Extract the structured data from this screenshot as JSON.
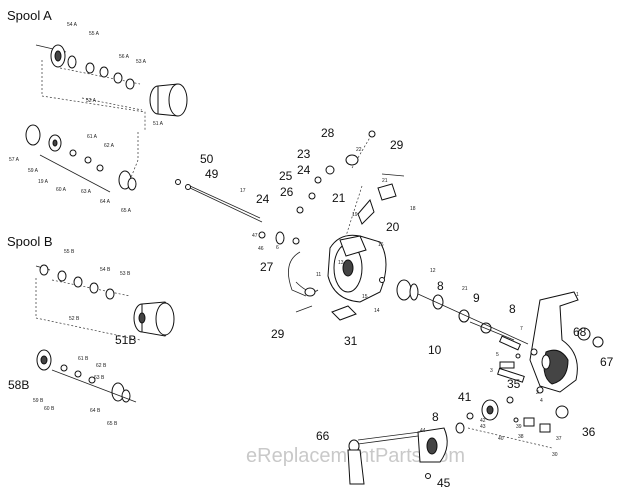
{
  "headings": {
    "spool_a": "Spool  A",
    "spool_b": "Spool  B"
  },
  "labels": {
    "l50": "50",
    "l49": "49",
    "l28": "28",
    "l29a": "29",
    "l23": "23",
    "l24a": "24",
    "l25": "25",
    "l26": "26",
    "l24b": "24",
    "l21": "21",
    "l20": "20",
    "l27": "27",
    "l29b": "29",
    "l31": "31",
    "l8a": "8",
    "l9": "9",
    "l8b": "8",
    "l10": "10",
    "l68": "68",
    "l67": "67",
    "l35": "35",
    "l41": "41",
    "l8c": "8",
    "l36": "36",
    "l66": "66",
    "l45": "45",
    "l51b": "51B",
    "l58b": "58B"
  },
  "small_labels": {
    "s54a": "54 A",
    "s55a": "55 A",
    "s56a": "56 A",
    "s53a": "53 A",
    "s52a": "52 A",
    "s51a": "51 A",
    "s57a": "57 A",
    "s59a": "59 A",
    "s61a": "61 A",
    "s62a": "62 A",
    "s19a": "19 A",
    "s60a": "60 A",
    "s63a": "63 A",
    "s64a": "64 A",
    "s65a": "65 A",
    "s55b": "55 B",
    "s54b": "54 B",
    "s53b": "53 B",
    "s52b": "52 B",
    "s61b": "61 B",
    "s62b": "62 B",
    "s63b": "63 B",
    "s59b": "59 B",
    "s60b": "60 B",
    "s64b": "64 B",
    "s65b": "65 B",
    "s22": "22",
    "s21": "21",
    "s19": "19",
    "s18": "18",
    "s17": "17",
    "s16": "16",
    "s47": "47",
    "s46": "46",
    "s6": "6",
    "s11": "11",
    "s13": "13",
    "s15": "15",
    "s14": "14",
    "s12": "12",
    "s21b": "21",
    "s7": "7",
    "s1": "1",
    "s5": "5",
    "s3": "3",
    "s2": "2",
    "s44": "44",
    "s43": "43",
    "s42": "42",
    "s40": "40",
    "s38": "38",
    "s37": "37",
    "s39": "39",
    "s30": "30",
    "s4": "4"
  },
  "watermark": "eReplacementParts.com"
}
